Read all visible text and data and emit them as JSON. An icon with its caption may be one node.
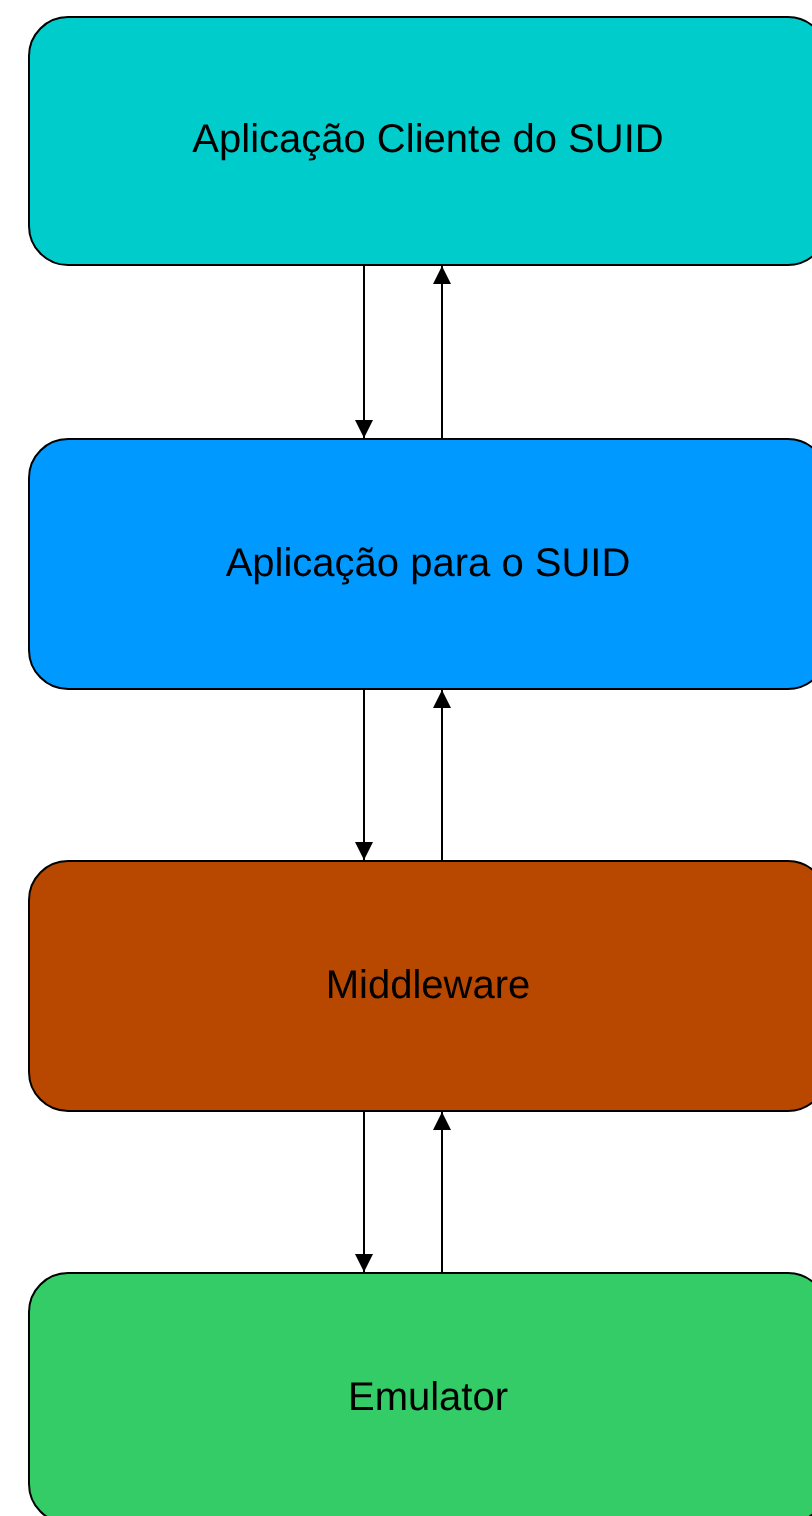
{
  "diagram": {
    "nodes": [
      {
        "text": [
          "Aplicação Cliente do SUID"
        ]
      },
      {
        "text": [
          "Aplicação para o SUID"
        ]
      },
      {
        "text": [
          "Middleware"
        ]
      },
      {
        "text": [
          "Emulator"
        ]
      }
    ],
    "edges": [
      {
        "from": 0,
        "to": 1,
        "arrow": "to"
      },
      {
        "from": 1,
        "to": 0,
        "arrow": "to"
      },
      {
        "from": 1,
        "to": 2,
        "arrow": "to"
      },
      {
        "from": 2,
        "to": 1,
        "arrow": "to"
      },
      {
        "from": 2,
        "to": 3,
        "arrow": "to"
      },
      {
        "from": 3,
        "to": 2,
        "arrow": "to"
      }
    ]
  }
}
